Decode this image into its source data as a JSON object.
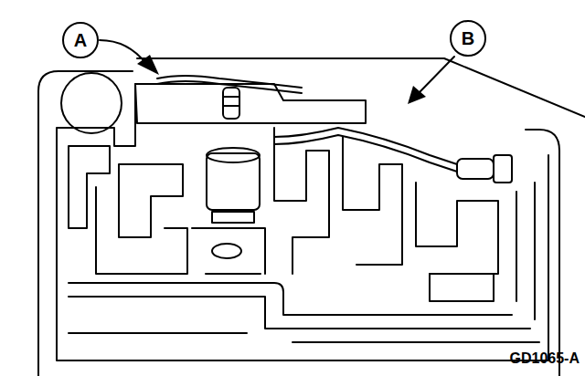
{
  "diagram": {
    "nodes": [
      {
        "text": [
          "A"
        ]
      },
      {
        "text": [
          "B"
        ]
      }
    ],
    "labels": [
      "GD1065-A"
    ]
  }
}
